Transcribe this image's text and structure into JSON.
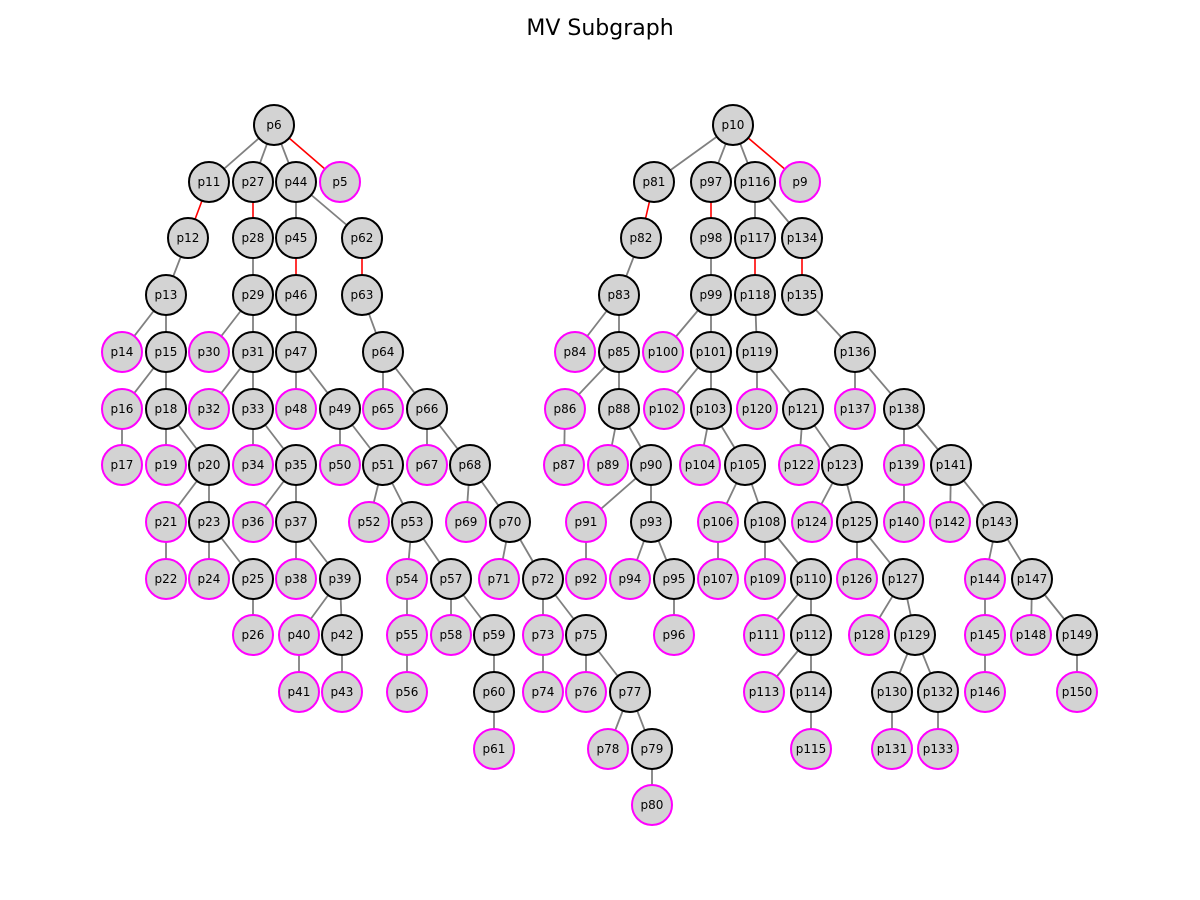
{
  "title": "MV Subgraph",
  "colors": {
    "node_fill": "#d3d3d3",
    "internal_stroke": "#000000",
    "leaf_stroke": "#ff00ff",
    "edge": "#808080",
    "highlight_edge": "#ff0000"
  },
  "graph": {
    "nodes": [
      {
        "id": "p6",
        "kind": "internal"
      },
      {
        "id": "p11",
        "kind": "internal"
      },
      {
        "id": "p27",
        "kind": "internal"
      },
      {
        "id": "p44",
        "kind": "internal"
      },
      {
        "id": "p5",
        "kind": "leaf"
      },
      {
        "id": "p12",
        "kind": "internal"
      },
      {
        "id": "p28",
        "kind": "internal"
      },
      {
        "id": "p45",
        "kind": "internal"
      },
      {
        "id": "p62",
        "kind": "internal"
      },
      {
        "id": "p13",
        "kind": "internal"
      },
      {
        "id": "p29",
        "kind": "internal"
      },
      {
        "id": "p46",
        "kind": "internal"
      },
      {
        "id": "p63",
        "kind": "internal"
      },
      {
        "id": "p14",
        "kind": "leaf"
      },
      {
        "id": "p15",
        "kind": "internal"
      },
      {
        "id": "p30",
        "kind": "leaf"
      },
      {
        "id": "p31",
        "kind": "internal"
      },
      {
        "id": "p47",
        "kind": "internal"
      },
      {
        "id": "p64",
        "kind": "internal"
      },
      {
        "id": "p16",
        "kind": "leaf"
      },
      {
        "id": "p18",
        "kind": "internal"
      },
      {
        "id": "p32",
        "kind": "leaf"
      },
      {
        "id": "p33",
        "kind": "internal"
      },
      {
        "id": "p48",
        "kind": "leaf"
      },
      {
        "id": "p49",
        "kind": "internal"
      },
      {
        "id": "p65",
        "kind": "leaf"
      },
      {
        "id": "p66",
        "kind": "internal"
      },
      {
        "id": "p17",
        "kind": "leaf"
      },
      {
        "id": "p19",
        "kind": "leaf"
      },
      {
        "id": "p20",
        "kind": "internal"
      },
      {
        "id": "p34",
        "kind": "leaf"
      },
      {
        "id": "p35",
        "kind": "internal"
      },
      {
        "id": "p50",
        "kind": "leaf"
      },
      {
        "id": "p51",
        "kind": "internal"
      },
      {
        "id": "p67",
        "kind": "leaf"
      },
      {
        "id": "p68",
        "kind": "internal"
      },
      {
        "id": "p21",
        "kind": "leaf"
      },
      {
        "id": "p23",
        "kind": "internal"
      },
      {
        "id": "p36",
        "kind": "leaf"
      },
      {
        "id": "p37",
        "kind": "internal"
      },
      {
        "id": "p52",
        "kind": "leaf"
      },
      {
        "id": "p53",
        "kind": "internal"
      },
      {
        "id": "p69",
        "kind": "leaf"
      },
      {
        "id": "p70",
        "kind": "internal"
      },
      {
        "id": "p22",
        "kind": "leaf"
      },
      {
        "id": "p24",
        "kind": "leaf"
      },
      {
        "id": "p25",
        "kind": "internal"
      },
      {
        "id": "p38",
        "kind": "leaf"
      },
      {
        "id": "p39",
        "kind": "internal"
      },
      {
        "id": "p54",
        "kind": "leaf"
      },
      {
        "id": "p57",
        "kind": "internal"
      },
      {
        "id": "p71",
        "kind": "leaf"
      },
      {
        "id": "p72",
        "kind": "internal"
      },
      {
        "id": "p26",
        "kind": "leaf"
      },
      {
        "id": "p40",
        "kind": "leaf"
      },
      {
        "id": "p42",
        "kind": "internal"
      },
      {
        "id": "p55",
        "kind": "leaf"
      },
      {
        "id": "p58",
        "kind": "leaf"
      },
      {
        "id": "p59",
        "kind": "internal"
      },
      {
        "id": "p73",
        "kind": "leaf"
      },
      {
        "id": "p75",
        "kind": "internal"
      },
      {
        "id": "p41",
        "kind": "leaf"
      },
      {
        "id": "p43",
        "kind": "leaf"
      },
      {
        "id": "p56",
        "kind": "leaf"
      },
      {
        "id": "p60",
        "kind": "internal"
      },
      {
        "id": "p74",
        "kind": "leaf"
      },
      {
        "id": "p76",
        "kind": "leaf"
      },
      {
        "id": "p77",
        "kind": "internal"
      },
      {
        "id": "p61",
        "kind": "leaf"
      },
      {
        "id": "p78",
        "kind": "leaf"
      },
      {
        "id": "p79",
        "kind": "internal"
      },
      {
        "id": "p80",
        "kind": "leaf"
      },
      {
        "id": "p10",
        "kind": "internal"
      },
      {
        "id": "p81",
        "kind": "internal"
      },
      {
        "id": "p97",
        "kind": "internal"
      },
      {
        "id": "p116",
        "kind": "internal"
      },
      {
        "id": "p9",
        "kind": "leaf"
      },
      {
        "id": "p82",
        "kind": "internal"
      },
      {
        "id": "p98",
        "kind": "internal"
      },
      {
        "id": "p117",
        "kind": "internal"
      },
      {
        "id": "p134",
        "kind": "internal"
      },
      {
        "id": "p83",
        "kind": "internal"
      },
      {
        "id": "p99",
        "kind": "internal"
      },
      {
        "id": "p118",
        "kind": "internal"
      },
      {
        "id": "p135",
        "kind": "internal"
      },
      {
        "id": "p84",
        "kind": "leaf"
      },
      {
        "id": "p85",
        "kind": "internal"
      },
      {
        "id": "p100",
        "kind": "leaf"
      },
      {
        "id": "p101",
        "kind": "internal"
      },
      {
        "id": "p119",
        "kind": "internal"
      },
      {
        "id": "p136",
        "kind": "internal"
      },
      {
        "id": "p86",
        "kind": "leaf"
      },
      {
        "id": "p88",
        "kind": "internal"
      },
      {
        "id": "p102",
        "kind": "leaf"
      },
      {
        "id": "p103",
        "kind": "internal"
      },
      {
        "id": "p120",
        "kind": "leaf"
      },
      {
        "id": "p121",
        "kind": "internal"
      },
      {
        "id": "p137",
        "kind": "leaf"
      },
      {
        "id": "p138",
        "kind": "internal"
      },
      {
        "id": "p87",
        "kind": "leaf"
      },
      {
        "id": "p89",
        "kind": "leaf"
      },
      {
        "id": "p90",
        "kind": "internal"
      },
      {
        "id": "p104",
        "kind": "leaf"
      },
      {
        "id": "p105",
        "kind": "internal"
      },
      {
        "id": "p122",
        "kind": "leaf"
      },
      {
        "id": "p123",
        "kind": "internal"
      },
      {
        "id": "p139",
        "kind": "leaf"
      },
      {
        "id": "p141",
        "kind": "internal"
      },
      {
        "id": "p91",
        "kind": "leaf"
      },
      {
        "id": "p93",
        "kind": "internal"
      },
      {
        "id": "p106",
        "kind": "leaf"
      },
      {
        "id": "p108",
        "kind": "internal"
      },
      {
        "id": "p124",
        "kind": "leaf"
      },
      {
        "id": "p125",
        "kind": "internal"
      },
      {
        "id": "p140",
        "kind": "leaf"
      },
      {
        "id": "p142",
        "kind": "leaf"
      },
      {
        "id": "p143",
        "kind": "internal"
      },
      {
        "id": "p92",
        "kind": "leaf"
      },
      {
        "id": "p94",
        "kind": "leaf"
      },
      {
        "id": "p95",
        "kind": "internal"
      },
      {
        "id": "p107",
        "kind": "leaf"
      },
      {
        "id": "p109",
        "kind": "leaf"
      },
      {
        "id": "p110",
        "kind": "internal"
      },
      {
        "id": "p126",
        "kind": "leaf"
      },
      {
        "id": "p127",
        "kind": "internal"
      },
      {
        "id": "p144",
        "kind": "leaf"
      },
      {
        "id": "p147",
        "kind": "internal"
      },
      {
        "id": "p96",
        "kind": "leaf"
      },
      {
        "id": "p111",
        "kind": "leaf"
      },
      {
        "id": "p112",
        "kind": "internal"
      },
      {
        "id": "p128",
        "kind": "leaf"
      },
      {
        "id": "p129",
        "kind": "internal"
      },
      {
        "id": "p145",
        "kind": "leaf"
      },
      {
        "id": "p148",
        "kind": "leaf"
      },
      {
        "id": "p149",
        "kind": "internal"
      },
      {
        "id": "p113",
        "kind": "leaf"
      },
      {
        "id": "p114",
        "kind": "internal"
      },
      {
        "id": "p130",
        "kind": "internal"
      },
      {
        "id": "p132",
        "kind": "internal"
      },
      {
        "id": "p146",
        "kind": "leaf"
      },
      {
        "id": "p150",
        "kind": "leaf"
      },
      {
        "id": "p115",
        "kind": "leaf"
      },
      {
        "id": "p131",
        "kind": "leaf"
      },
      {
        "id": "p133",
        "kind": "leaf"
      }
    ],
    "edges": [
      [
        "p6",
        "p11",
        false
      ],
      [
        "p6",
        "p27",
        false
      ],
      [
        "p6",
        "p44",
        false
      ],
      [
        "p6",
        "p5",
        true
      ],
      [
        "p11",
        "p12",
        true
      ],
      [
        "p12",
        "p13",
        false
      ],
      [
        "p13",
        "p14",
        false
      ],
      [
        "p13",
        "p15",
        false
      ],
      [
        "p15",
        "p16",
        false
      ],
      [
        "p15",
        "p18",
        false
      ],
      [
        "p16",
        "p17",
        false
      ],
      [
        "p18",
        "p19",
        false
      ],
      [
        "p18",
        "p20",
        false
      ],
      [
        "p20",
        "p21",
        false
      ],
      [
        "p20",
        "p23",
        false
      ],
      [
        "p21",
        "p22",
        false
      ],
      [
        "p23",
        "p24",
        false
      ],
      [
        "p23",
        "p25",
        false
      ],
      [
        "p25",
        "p26",
        false
      ],
      [
        "p27",
        "p28",
        true
      ],
      [
        "p28",
        "p29",
        false
      ],
      [
        "p29",
        "p30",
        false
      ],
      [
        "p29",
        "p31",
        false
      ],
      [
        "p31",
        "p32",
        false
      ],
      [
        "p31",
        "p33",
        false
      ],
      [
        "p33",
        "p34",
        false
      ],
      [
        "p33",
        "p35",
        false
      ],
      [
        "p35",
        "p36",
        false
      ],
      [
        "p35",
        "p37",
        false
      ],
      [
        "p37",
        "p38",
        false
      ],
      [
        "p37",
        "p39",
        false
      ],
      [
        "p39",
        "p40",
        false
      ],
      [
        "p39",
        "p42",
        false
      ],
      [
        "p40",
        "p41",
        false
      ],
      [
        "p42",
        "p43",
        false
      ],
      [
        "p44",
        "p45",
        false
      ],
      [
        "p44",
        "p62",
        false
      ],
      [
        "p45",
        "p46",
        true
      ],
      [
        "p46",
        "p47",
        false
      ],
      [
        "p47",
        "p48",
        false
      ],
      [
        "p47",
        "p49",
        false
      ],
      [
        "p49",
        "p50",
        false
      ],
      [
        "p49",
        "p51",
        false
      ],
      [
        "p51",
        "p52",
        false
      ],
      [
        "p51",
        "p53",
        false
      ],
      [
        "p53",
        "p54",
        false
      ],
      [
        "p53",
        "p57",
        false
      ],
      [
        "p54",
        "p55",
        false
      ],
      [
        "p55",
        "p56",
        false
      ],
      [
        "p57",
        "p58",
        false
      ],
      [
        "p57",
        "p59",
        false
      ],
      [
        "p59",
        "p60",
        false
      ],
      [
        "p60",
        "p61",
        false
      ],
      [
        "p62",
        "p63",
        true
      ],
      [
        "p63",
        "p64",
        false
      ],
      [
        "p64",
        "p65",
        false
      ],
      [
        "p64",
        "p66",
        false
      ],
      [
        "p66",
        "p67",
        false
      ],
      [
        "p66",
        "p68",
        false
      ],
      [
        "p68",
        "p69",
        false
      ],
      [
        "p68",
        "p70",
        false
      ],
      [
        "p70",
        "p71",
        false
      ],
      [
        "p70",
        "p72",
        false
      ],
      [
        "p72",
        "p73",
        false
      ],
      [
        "p72",
        "p75",
        false
      ],
      [
        "p73",
        "p74",
        false
      ],
      [
        "p75",
        "p76",
        false
      ],
      [
        "p75",
        "p77",
        false
      ],
      [
        "p77",
        "p78",
        false
      ],
      [
        "p77",
        "p79",
        false
      ],
      [
        "p79",
        "p80",
        false
      ],
      [
        "p10",
        "p81",
        false
      ],
      [
        "p10",
        "p97",
        false
      ],
      [
        "p10",
        "p116",
        false
      ],
      [
        "p10",
        "p9",
        true
      ],
      [
        "p81",
        "p82",
        true
      ],
      [
        "p82",
        "p83",
        false
      ],
      [
        "p83",
        "p84",
        false
      ],
      [
        "p83",
        "p85",
        false
      ],
      [
        "p85",
        "p86",
        false
      ],
      [
        "p85",
        "p88",
        false
      ],
      [
        "p86",
        "p87",
        false
      ],
      [
        "p88",
        "p89",
        false
      ],
      [
        "p88",
        "p90",
        false
      ],
      [
        "p90",
        "p91",
        false
      ],
      [
        "p90",
        "p93",
        false
      ],
      [
        "p91",
        "p92",
        false
      ],
      [
        "p93",
        "p94",
        false
      ],
      [
        "p93",
        "p95",
        false
      ],
      [
        "p95",
        "p96",
        false
      ],
      [
        "p97",
        "p98",
        true
      ],
      [
        "p98",
        "p99",
        false
      ],
      [
        "p99",
        "p100",
        false
      ],
      [
        "p99",
        "p101",
        false
      ],
      [
        "p101",
        "p102",
        false
      ],
      [
        "p101",
        "p103",
        false
      ],
      [
        "p103",
        "p104",
        false
      ],
      [
        "p103",
        "p105",
        false
      ],
      [
        "p105",
        "p106",
        false
      ],
      [
        "p105",
        "p108",
        false
      ],
      [
        "p106",
        "p107",
        false
      ],
      [
        "p108",
        "p109",
        false
      ],
      [
        "p108",
        "p110",
        false
      ],
      [
        "p110",
        "p111",
        false
      ],
      [
        "p110",
        "p112",
        false
      ],
      [
        "p112",
        "p113",
        false
      ],
      [
        "p112",
        "p114",
        false
      ],
      [
        "p114",
        "p115",
        false
      ],
      [
        "p116",
        "p117",
        false
      ],
      [
        "p116",
        "p134",
        false
      ],
      [
        "p117",
        "p118",
        true
      ],
      [
        "p118",
        "p119",
        false
      ],
      [
        "p119",
        "p120",
        false
      ],
      [
        "p119",
        "p121",
        false
      ],
      [
        "p121",
        "p122",
        false
      ],
      [
        "p121",
        "p123",
        false
      ],
      [
        "p123",
        "p124",
        false
      ],
      [
        "p123",
        "p125",
        false
      ],
      [
        "p125",
        "p126",
        false
      ],
      [
        "p125",
        "p127",
        false
      ],
      [
        "p127",
        "p128",
        false
      ],
      [
        "p127",
        "p129",
        false
      ],
      [
        "p129",
        "p130",
        false
      ],
      [
        "p129",
        "p132",
        false
      ],
      [
        "p130",
        "p131",
        false
      ],
      [
        "p132",
        "p133",
        false
      ],
      [
        "p134",
        "p135",
        true
      ],
      [
        "p135",
        "p136",
        false
      ],
      [
        "p136",
        "p137",
        false
      ],
      [
        "p136",
        "p138",
        false
      ],
      [
        "p138",
        "p139",
        false
      ],
      [
        "p138",
        "p141",
        false
      ],
      [
        "p139",
        "p140",
        false
      ],
      [
        "p141",
        "p142",
        false
      ],
      [
        "p141",
        "p143",
        false
      ],
      [
        "p143",
        "p144",
        false
      ],
      [
        "p143",
        "p147",
        false
      ],
      [
        "p144",
        "p145",
        false
      ],
      [
        "p145",
        "p146",
        false
      ],
      [
        "p147",
        "p148",
        false
      ],
      [
        "p147",
        "p149",
        false
      ],
      [
        "p149",
        "p150",
        false
      ]
    ]
  }
}
